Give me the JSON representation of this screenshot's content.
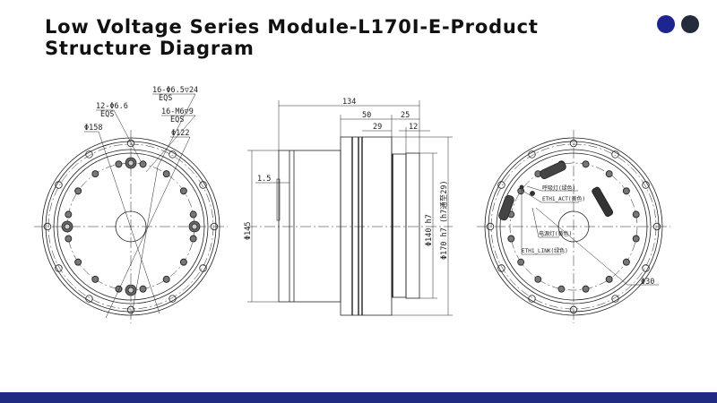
{
  "title": "Low Voltage Series Module-L170I-E-Product Structure Diagram",
  "colors": {
    "accent_blue": "#1c2590",
    "accent_dark": "#222a3c",
    "bar": "#1f2a80",
    "line": "#222222"
  },
  "front_view": {
    "labels": {
      "holes_16_thread": "16-Φ6.5▽24",
      "eqs1": "EQS",
      "holes_12": "12-Φ6.6",
      "eqs2": "EQS",
      "holes_16_m6": "16-M6▽9",
      "eqs3": "EQS",
      "d158": "Φ158",
      "d122": "Φ122"
    }
  },
  "side_view": {
    "labels": {
      "d134": "134",
      "d50": "50",
      "d25": "25",
      "d29": "29",
      "d12": "12",
      "d1_5": "1.5",
      "d145": "Φ145",
      "d140": "Φ140 h7",
      "d170": "Φ170 h7 (h7通至29)"
    }
  },
  "rear_view": {
    "labels": {
      "breath_led": "呼吸灯(绿色)",
      "eth_act": "ETH1_ACT(黄色)",
      "power_led": "电源灯(黄色)",
      "eth_link": "ETH1_LINK(绿色)",
      "d30": "Φ30"
    }
  }
}
